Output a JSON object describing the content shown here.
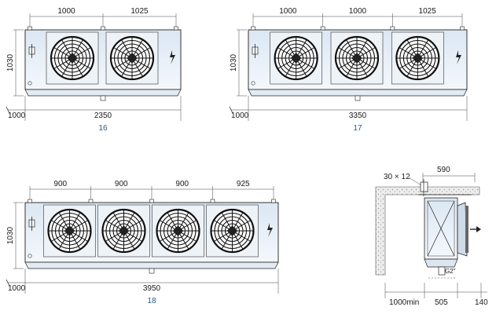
{
  "units": [
    {
      "label": "16",
      "fans": 2,
      "height": "1030",
      "clearance": "1000",
      "total": "2350",
      "spacings": [
        "1000",
        "1025"
      ],
      "colors": {
        "bodyTop": "#dbe7f3",
        "bodyBottom": "#f4f8fc"
      }
    },
    {
      "label": "17",
      "fans": 3,
      "height": "1030",
      "clearance": "1000",
      "total": "3350",
      "spacings": [
        "1000",
        "1000",
        "1025"
      ],
      "colors": {
        "bodyTop": "#dbe7f3",
        "bodyBottom": "#f4f8fc"
      }
    },
    {
      "label": "18",
      "fans": 4,
      "height": "1030",
      "clearance": "1000",
      "total": "3950",
      "spacings": [
        "900",
        "900",
        "900",
        "925"
      ],
      "colors": {
        "bodyTop": "#dbe7f3",
        "bodyBottom": "#f4f8fc"
      }
    }
  ],
  "side_view": {
    "bolt": "30 × 12",
    "depth": "590",
    "pipe": "G2\"",
    "bottom_dims": [
      "1000min",
      "505",
      "140"
    ]
  },
  "icons": [
    "fan-grille-icon",
    "lightning-icon",
    "thermostat-icon",
    "airflow-arrow-icon"
  ],
  "accent": "#2a5a8a"
}
